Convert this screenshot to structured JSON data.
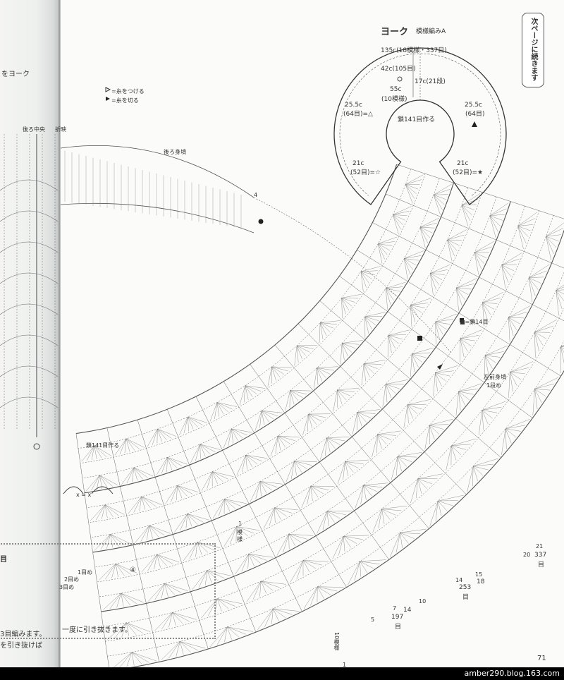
{
  "page": {
    "number": "71",
    "footer_url": "amber290.blog.163.com"
  },
  "side_note": "次ページに続きます",
  "yoke": {
    "title": "ヨーク",
    "pattern": "模様編みA",
    "outer": "135c(18模様・337目)",
    "center_a": "42c(105目)",
    "center_b": "17c(21段)",
    "inner_width": "55c",
    "inner_pattern": "(10模様)",
    "chain": "鎖141目作る",
    "left_side": "25.5c",
    "left_side_b": "(64目)=△",
    "right_side": "25.5c",
    "right_side_b": "(64目)",
    "left_bottom": "21c",
    "left_bottom_b": "(52目)=☆",
    "right_bottom": "21c",
    "right_bottom_b": "(52目)=★"
  },
  "legend": {
    "attach": "=糸をつける",
    "cut": "=糸を切る",
    "square_note": "■=鎖14目"
  },
  "left_edge": {
    "yoke_text": "をヨーク",
    "back_center": "後ろ中央",
    "fold": "折映"
  },
  "labels": {
    "back_neck": "後ろ身頃",
    "left_front": "左前身頃",
    "left_front_row": "1段め",
    "chain_start": "鎖141目作る",
    "one_pattern_a": "1",
    "one_pattern_b": "模",
    "one_pattern_c": "様",
    "ten_pattern": "10模様",
    "num_197a": "197",
    "num_197b": "目",
    "num_14": "14",
    "num_253a": "253",
    "num_253b": "目",
    "num_18": "18",
    "num_337": "337",
    "num_337b": "目",
    "row_nums": [
      "1",
      "5",
      "10",
      "14",
      "15",
      "20",
      "21",
      "7",
      "4"
    ]
  },
  "inset": {
    "heading": "目",
    "step1": "1目め",
    "step2": "2目め",
    "step3": "3目め",
    "step4": "④",
    "text1": "3目編みます。",
    "text2": "一度に引き抜きます。",
    "text3": "を引き抜けば",
    "x_label": "x = x"
  }
}
